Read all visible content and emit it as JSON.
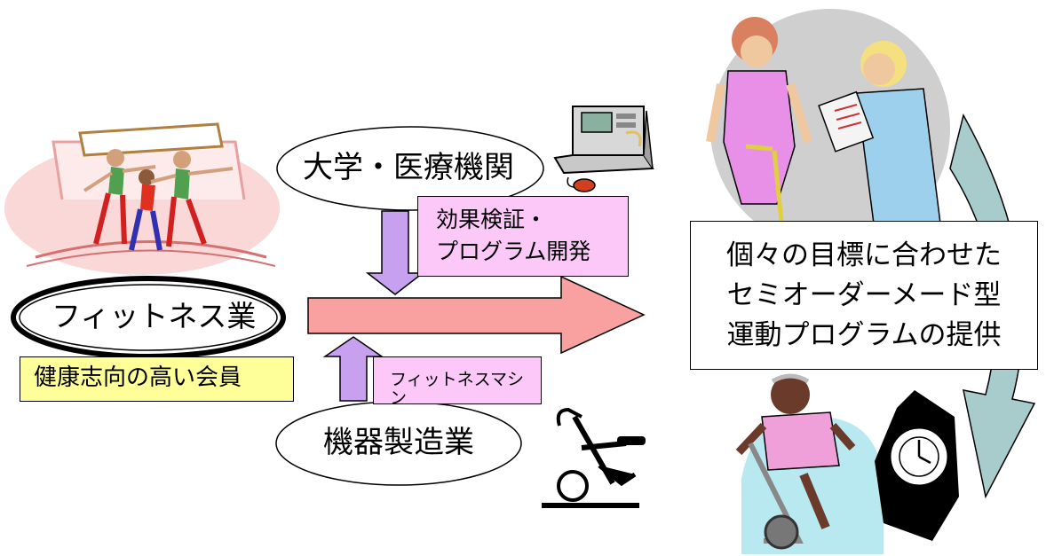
{
  "diagram": {
    "fitness_industry": "フィットネス業",
    "fitness_members": "健康志向の高い会員",
    "university_medical": "大学・医療機関",
    "research_line1": "効果検証・",
    "research_line2": "プログラム開発",
    "equipment_maker": "機器製造業",
    "fitness_machine": "フィットネスマシン",
    "result_line1": "個々の目標に合わせた",
    "result_line2": "セミオーダーメード型",
    "result_line3": "運動プログラムの提供"
  },
  "colors": {
    "main_arrow": "#f9a0a0",
    "vertical_arrows": "#c8a0f0",
    "pink_label": "#fcc8f8",
    "yellow_label": "#ffff99",
    "curved_arrow": "#a8cccc"
  },
  "icons": [
    "aerobics-class-clipart",
    "lab-analyzer-clipart",
    "body-measurement-clipart",
    "exercise-bike-clipart",
    "woman-cycling-clipart",
    "stopwatch-clipart"
  ]
}
